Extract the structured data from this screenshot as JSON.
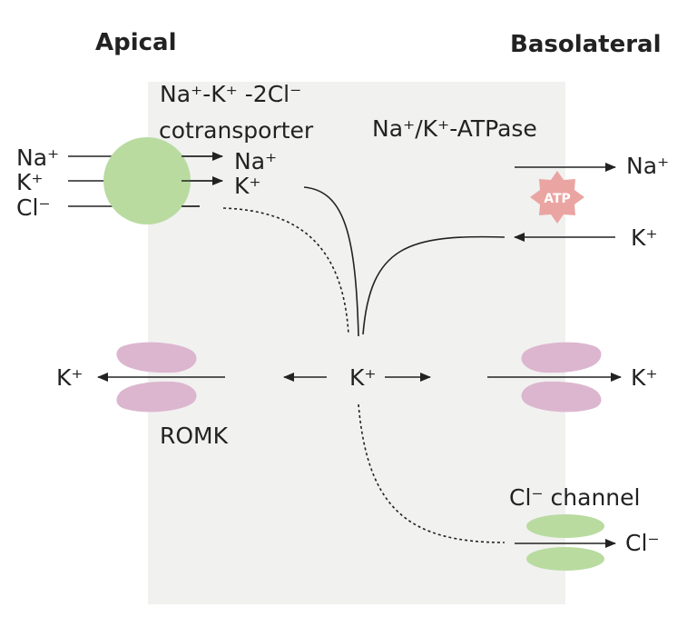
{
  "headers": {
    "apical": "Apical",
    "basolateral": "Basolateral"
  },
  "cotransporter": {
    "label_line1": "Na⁺-K⁺ -2Cl⁻",
    "label_line2": "cotransporter",
    "in_na": "Na⁺",
    "in_k": "K⁺",
    "in_cl": "Cl⁻",
    "out_na": "Na⁺",
    "out_k": "K⁺"
  },
  "pump": {
    "label": "Na⁺/K⁺-ATPase",
    "na_out": "Na⁺",
    "k_in": "K⁺",
    "atp": "ATP"
  },
  "cell": {
    "k_center": "K⁺"
  },
  "romk": {
    "label": "ROMK",
    "k_out": "K⁺"
  },
  "baso_k_channel": {
    "k_out": "K⁺"
  },
  "cl_channel": {
    "label": "Cl⁻ channel",
    "cl_out": "Cl⁻"
  },
  "colors": {
    "cell": "#f1f1f0",
    "cotransporter": "#b9dba0",
    "channel_k": "#dcb6cf",
    "channel_cl": "#b9dba0",
    "atp": "#eaa5a2",
    "line": "#222222"
  }
}
